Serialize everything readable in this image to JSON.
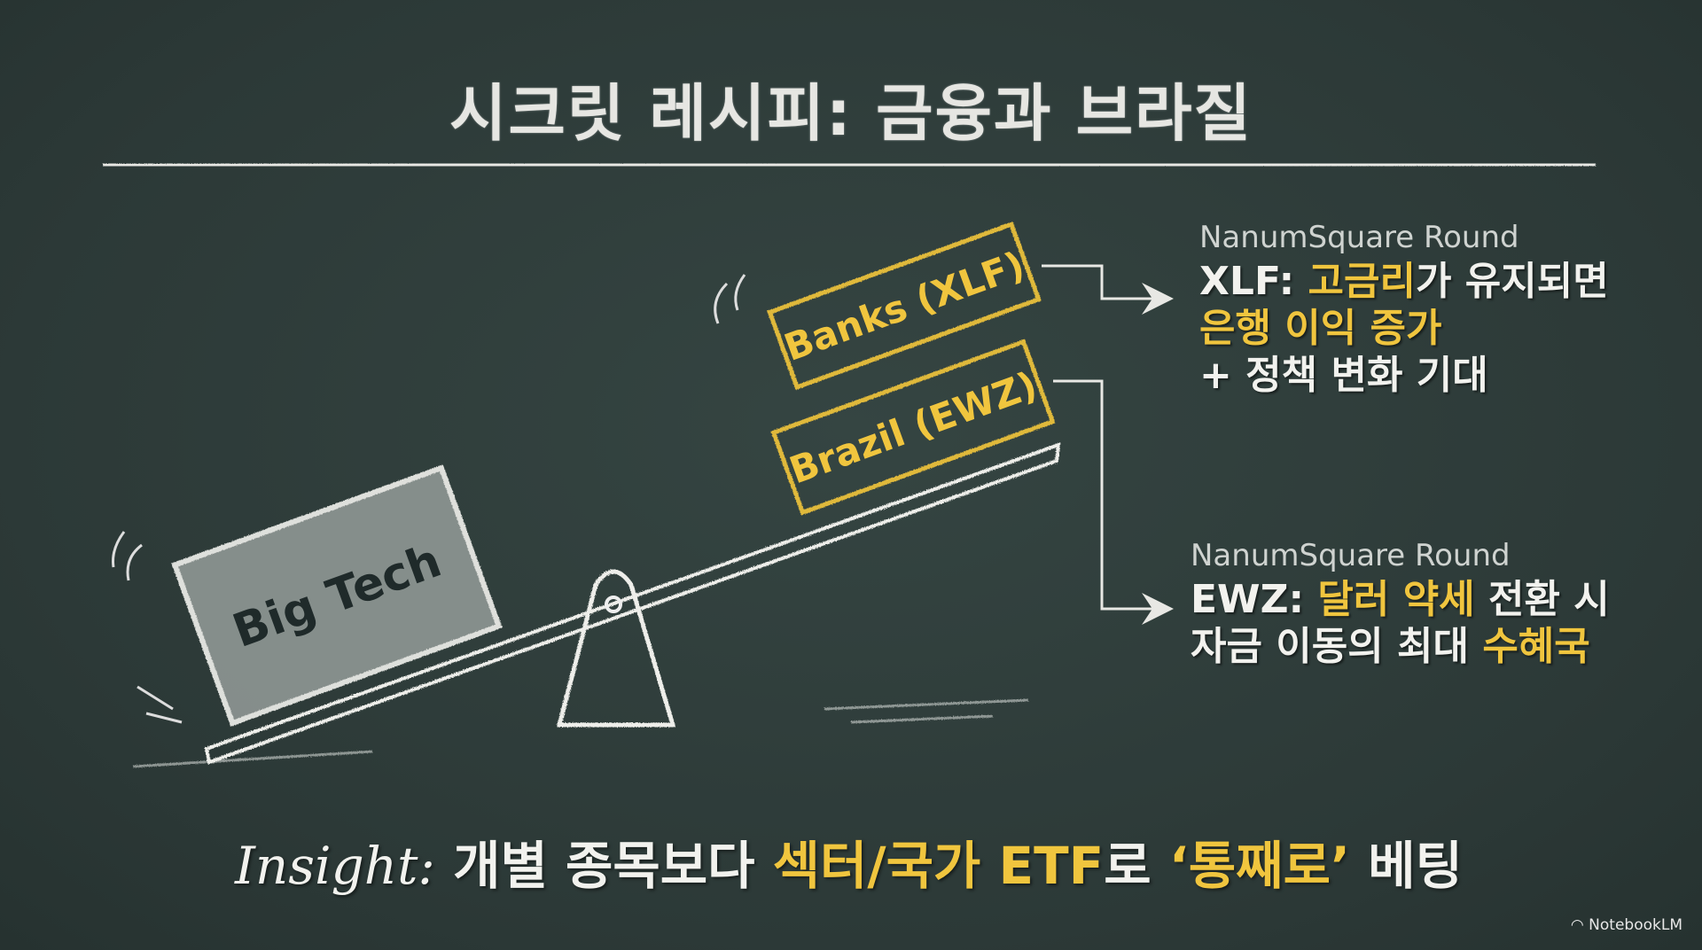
{
  "title": "시크릿 레시피: 금융과 브라질",
  "diagram": {
    "left_box": "Big Tech",
    "box_top": "Banks (XLF)",
    "box_bottom": "Brazil (EWZ)"
  },
  "notes": [
    {
      "font_label": "NanumSquare Round",
      "line1_prefix": "XLF: ",
      "line1_highlight": "고금리",
      "line1_suffix": "가 유지되면",
      "line2_highlight": "은행 이익 증가",
      "line3": "+ 정책 변화 기대"
    },
    {
      "font_label": "NanumSquare Round",
      "line1_prefix": "EWZ: ",
      "line1_highlight": "달러 약세",
      "line1_suffix": " 전환 시",
      "line2_prefix": "자금 이동의 최대 ",
      "line2_highlight": "수혜국"
    }
  ],
  "insight": {
    "lead": "Insight:",
    "part1": " 개별 종목보다 ",
    "highlight1": "섹터/국가 ETF",
    "part2": "로 ",
    "highlight2": "‘통째로’",
    "part3": " 베팅"
  },
  "brand": "NotebookLM",
  "colors": {
    "background": "#2f3d3b",
    "chalk": "#f2f2ee",
    "accent": "#f0c53e"
  }
}
